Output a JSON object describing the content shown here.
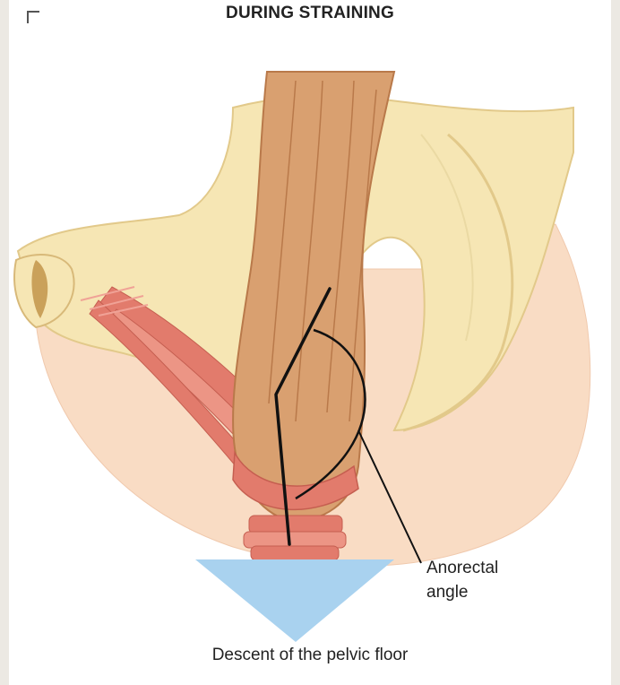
{
  "title": "DURING STRAINING",
  "labels": {
    "anorectal_angle_line1": "Anorectal",
    "anorectal_angle_line2": "angle",
    "caption": "Descent of the pelvic floor"
  },
  "colors": {
    "border": "#ece9e3",
    "pelvis": "#f6e6b4",
    "pelvis_outline": "#e2c98a",
    "soft_tissue": "#f9dcc4",
    "rectum": "#d9a070",
    "rectum_dark": "#b9794a",
    "muscle": "#e27b6c",
    "muscle_light": "#f0a296",
    "arrow": "#a9d2ef",
    "ink": "#111111"
  }
}
